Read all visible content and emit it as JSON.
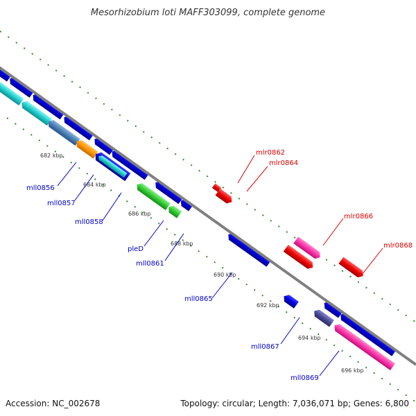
{
  "title": "Mesorhizobium loti MAFF303099, complete genome",
  "footer": {
    "accession": "Accession: NC_002678",
    "topology": "Topology: circular; Length: 7,036,071 bp; Genes: 6,800"
  },
  "colors": {
    "backbone": "#808080",
    "tick": "#2e8b2e",
    "label_plus": "#dd0000",
    "label_minus": "#0000cc"
  },
  "ticks": [
    "682 kbp",
    "684 kbp",
    "686 kbp",
    "688 kbp",
    "690 kbp",
    "692 kbp",
    "694 kbp",
    "696 kbp"
  ],
  "labels_minus": [
    "mll0856",
    "mll0857",
    "mll0858",
    "pleD",
    "mll0861",
    "mll0865",
    "mll0867",
    "mll0869"
  ],
  "labels_plus": [
    "mlr0862",
    "mlr0864",
    "mlr0866",
    "mlr0868"
  ]
}
